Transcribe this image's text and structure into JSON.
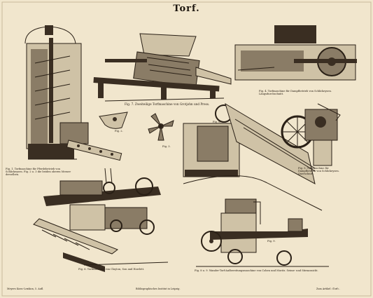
{
  "title": "Torf.",
  "captions": {
    "fig1": "Fig. 1. Torfmaschine für Pferdebetrieb von Schlickeysen. Fig. 2 u. 3 die beiden oberen Messer derselben.",
    "fig2": "Fig. 2.",
    "fig3": "Fig. 3.",
    "fig4": "Fig. 4. Torfmaschine für Dampfbetrieb von Schlickeysen. Längsdurchschnitt.",
    "fig5": "Fig. 5. Torfmaschine für Dampfbetrieb von Schlickeysen. Querschnitt.",
    "fig6": "Fig. 6. Torfmaschine von Clayton, Son and Howlett.",
    "fig7": "Fig. 7. Zweiteilige Torfmaschine von Grotjohn und Press.",
    "fig8": "Fig. 8.",
    "fig9": "Fig. 9.",
    "fig89": "Fig. 8 u. 9. Wander-Torf-Aufbereitungsmaschine von Cohen und Moritz. Seime- und Stirnansicht."
  },
  "footer": {
    "left": "Meyers Konv.-Lexikon, 5. Aufl.",
    "center": "Bibliographisches Institut in Leipzig.",
    "right": "Zum Artikel »Torf«."
  }
}
